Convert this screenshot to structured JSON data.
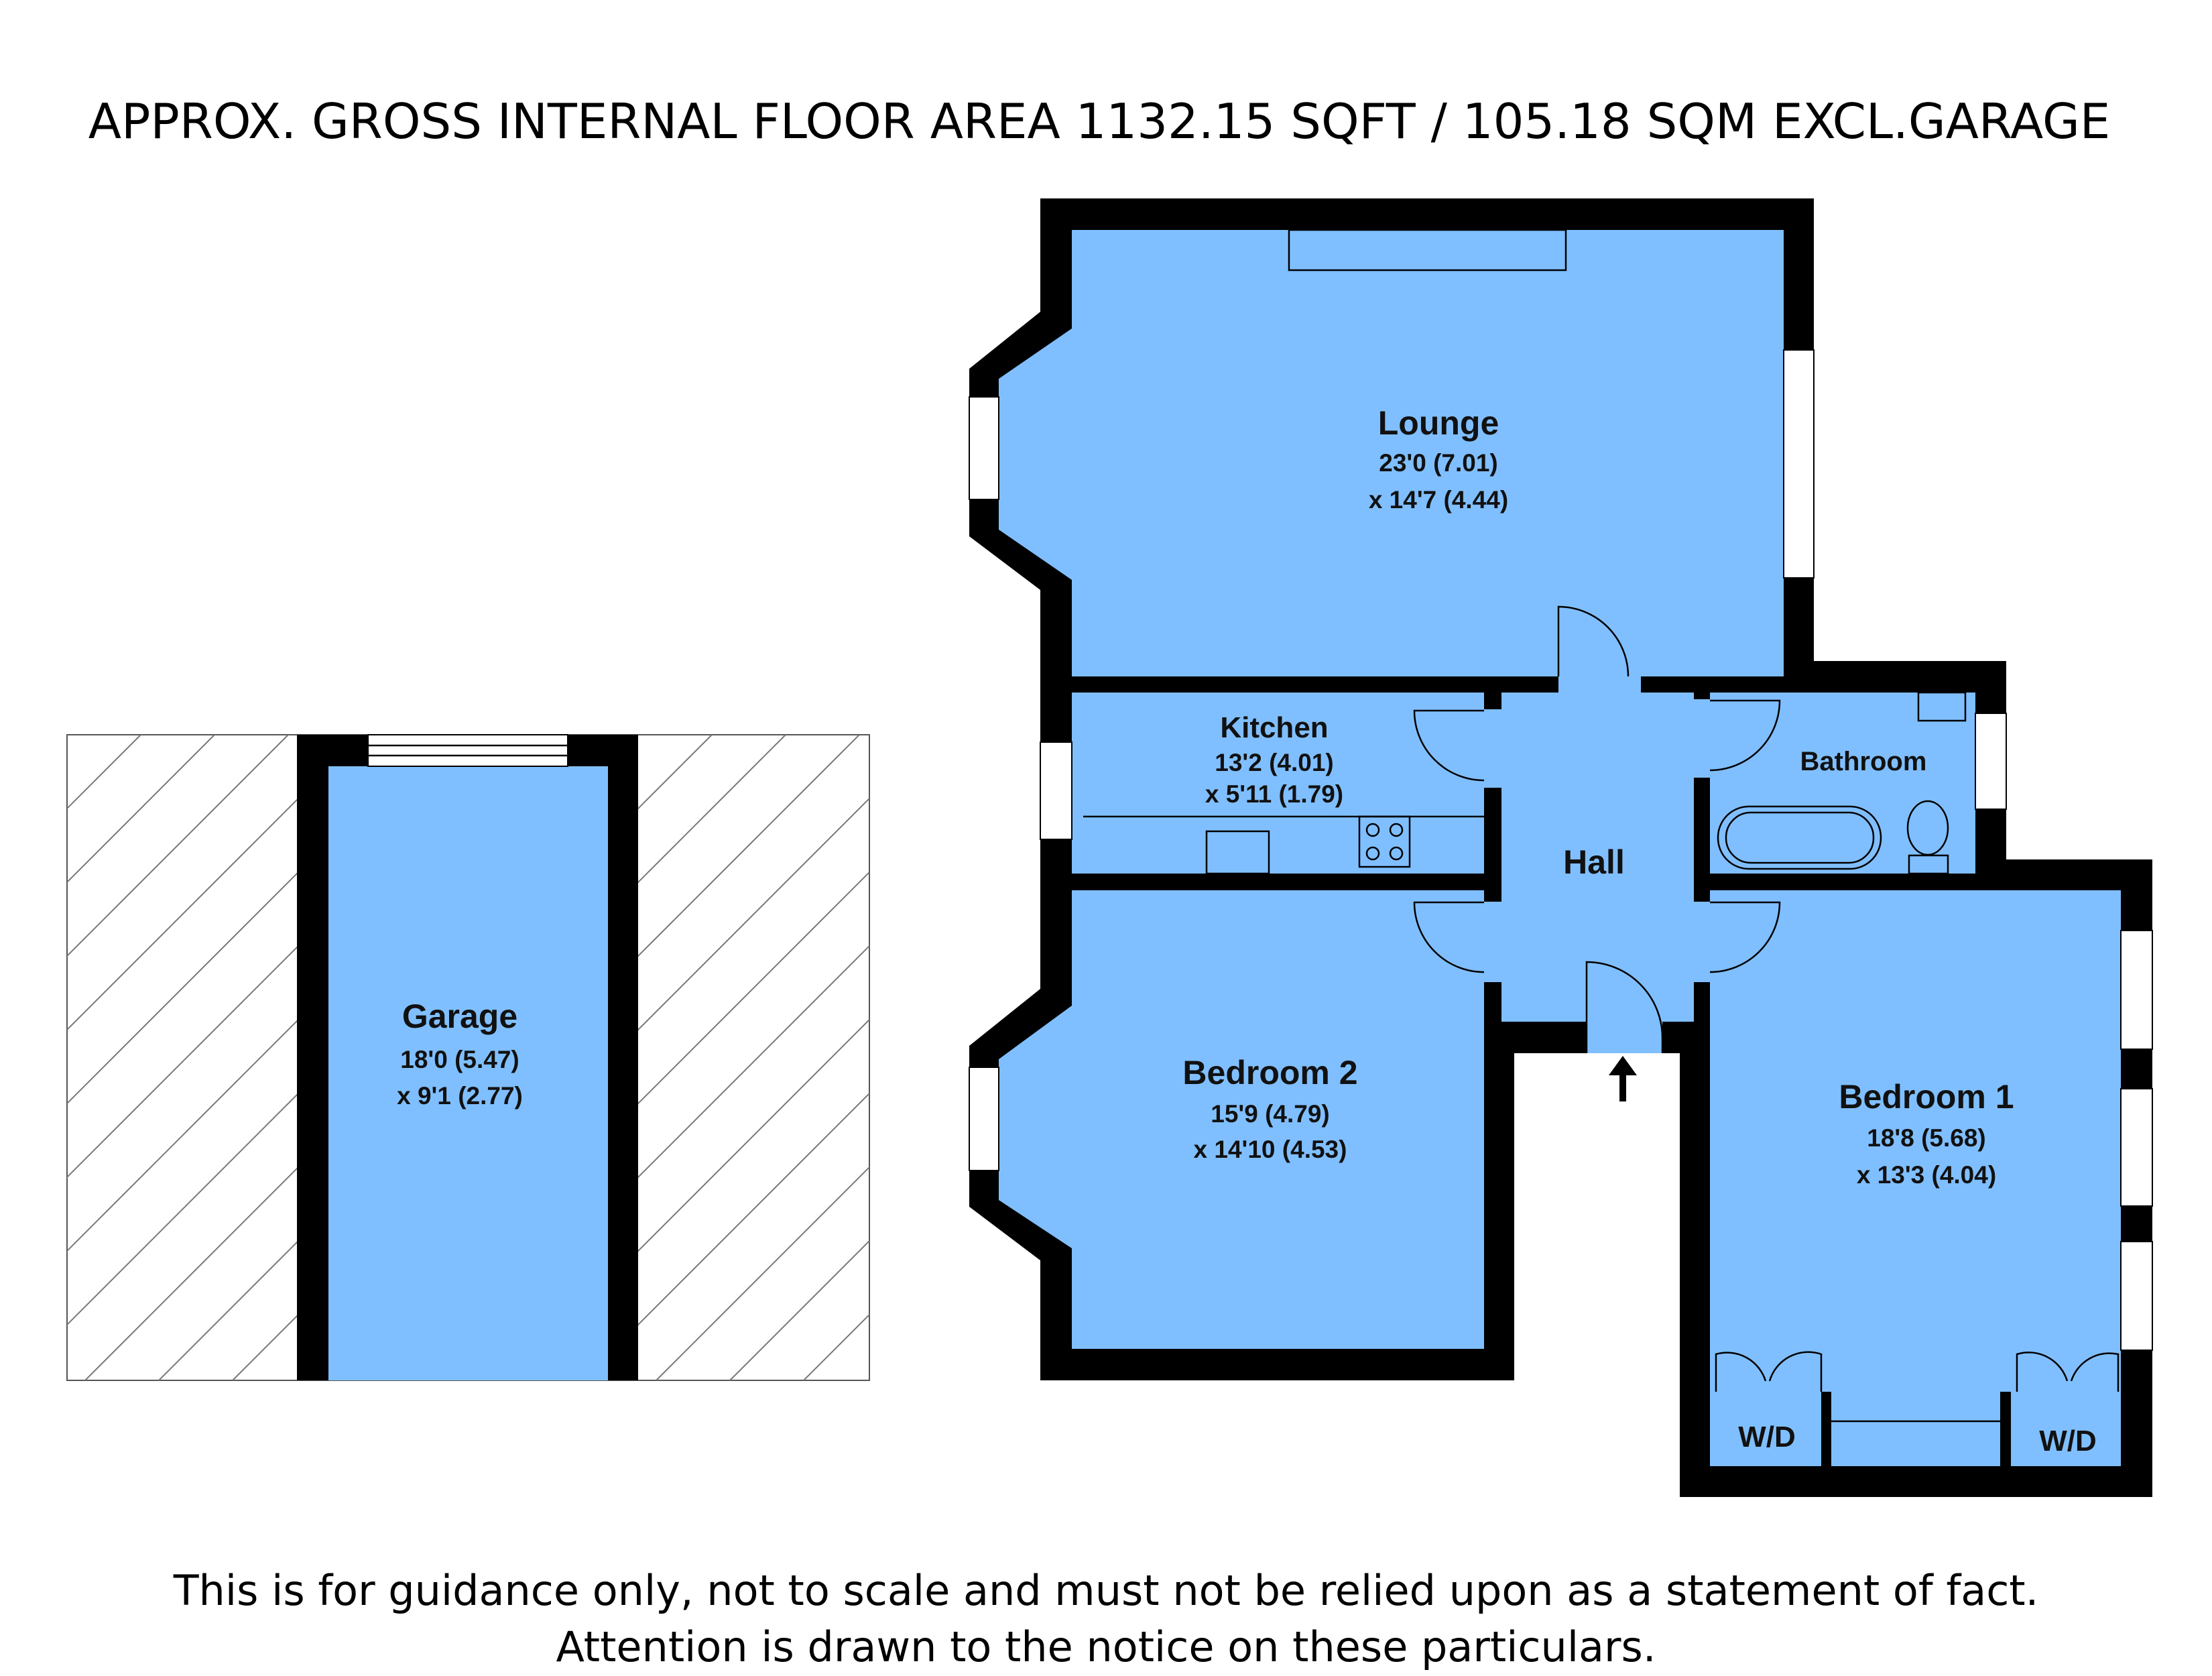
{
  "header": {
    "title": "APPROX. GROSS INTERNAL FLOOR AREA 1132.15 SQFT / 105.18 SQM EXCL.GARAGE"
  },
  "colors": {
    "room_fill": "#80bfff",
    "wall": "#000000",
    "background": "#ffffff"
  },
  "rooms": {
    "lounge": {
      "name": "Lounge",
      "dim1": "23'0 (7.01)",
      "dim2": "x 14'7 (4.44)"
    },
    "kitchen": {
      "name": "Kitchen",
      "dim1": "13'2 (4.01)",
      "dim2": "x 5'11 (1.79)"
    },
    "bathroom": {
      "name": "Bathroom"
    },
    "hall": {
      "name": "Hall"
    },
    "bedroom2": {
      "name": "Bedroom 2",
      "dim1": "15'9 (4.79)",
      "dim2": "x 14'10 (4.53)"
    },
    "bedroom1": {
      "name": "Bedroom 1",
      "dim1": "18'8 (5.68)",
      "dim2": "x 13'3 (4.04)"
    },
    "garage": {
      "name": "Garage",
      "dim1": "18'0 (5.47)",
      "dim2": "x 9'1 (2.77)"
    },
    "wardrobe_left": {
      "name": "W/D"
    },
    "wardrobe_right": {
      "name": "W/D"
    }
  },
  "footer": {
    "line1": "This is for guidance only, not to scale and must not be relied upon as a statement of fact.",
    "line2": "Attention is drawn to the notice on these particulars."
  }
}
